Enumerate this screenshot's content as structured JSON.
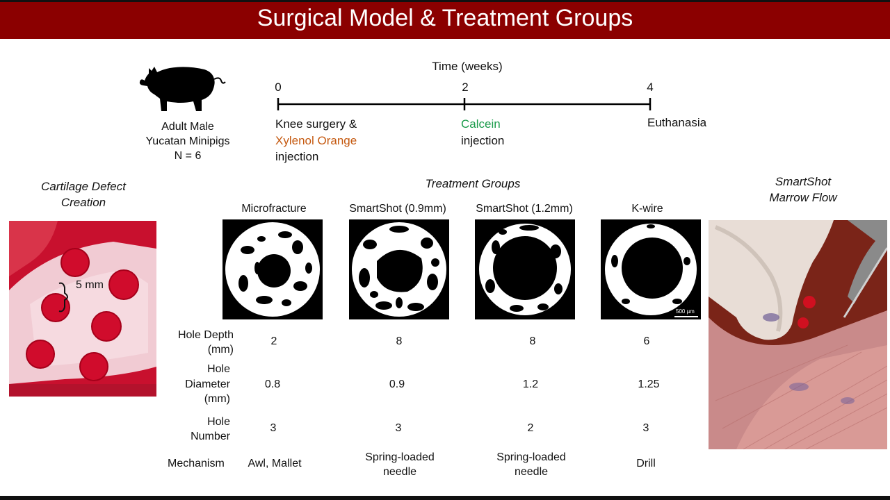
{
  "title": "Surgical Model & Treatment Groups",
  "subjects": {
    "line1": "Adult Male",
    "line2": "Yucatan Minipigs",
    "line3": "N = 6"
  },
  "timeline": {
    "axis_label": "Time (weeks)",
    "ticks": [
      "0",
      "2",
      "4"
    ],
    "event0_line1": "Knee surgery &",
    "event0_line2": "Xylenol Orange",
    "event0_line3": "injection",
    "event2_line1": "Calcein",
    "event2_line2": "injection",
    "event4": "Euthanasia"
  },
  "defect_panel": {
    "title_line1": "Cartilage Defect",
    "title_line2": "Creation",
    "scale": "5 mm"
  },
  "marrow_panel": {
    "title_line1": "SmartShot",
    "title_line2": "Marrow Flow"
  },
  "treatment": {
    "heading": "Treatment Groups",
    "groups": [
      "Microfracture",
      "SmartShot (0.9mm)",
      "SmartShot (1.2mm)",
      "K-wire"
    ],
    "scale_bar": "500 µm"
  },
  "table": {
    "depth_label_1": "Hole Depth",
    "depth_label_2": "(mm)",
    "depth": [
      "2",
      "8",
      "8",
      "6"
    ],
    "diam_label_1": "Hole",
    "diam_label_2": "Diameter",
    "diam_label_3": "(mm)",
    "diameter": [
      "0.8",
      "0.9",
      "1.2",
      "1.25"
    ],
    "num_label_1": "Hole",
    "num_label_2": "Number",
    "number": [
      "3",
      "3",
      "2",
      "3"
    ],
    "mech_label": "Mechanism",
    "mech": [
      {
        "l1": "Awl, Mallet",
        "l2": ""
      },
      {
        "l1": "Spring-loaded",
        "l2": "needle"
      },
      {
        "l1": "Spring-loaded",
        "l2": "needle"
      },
      {
        "l1": "Drill",
        "l2": ""
      }
    ]
  },
  "colors": {
    "title_bar": "#8b0000",
    "xylenol": "#c55a11",
    "calcein": "#1a9b4a"
  },
  "icons": [
    "pig-icon"
  ]
}
